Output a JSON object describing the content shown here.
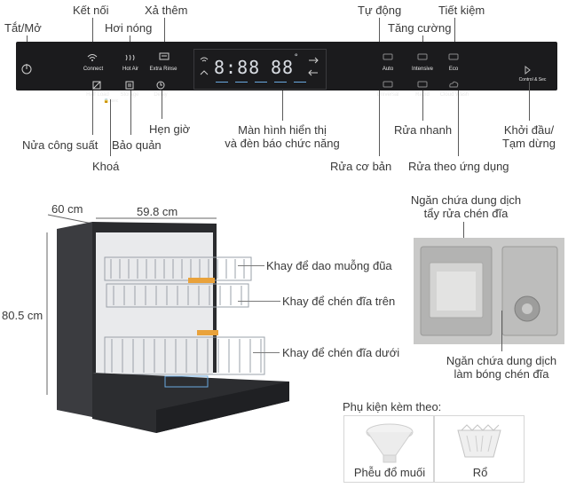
{
  "control_panel": {
    "labels_top": {
      "power": "Tắt/Mở",
      "connect": "Kết nối",
      "extra_rinse": "Xả thêm",
      "hot_air": "Hơi nóng",
      "auto": "Tự động",
      "intensive": "Tăng cường",
      "eco": "Tiết kiệm"
    },
    "labels_bottom": {
      "half_load": "Nửa công suất",
      "lock": "Khoá",
      "storage": "Bảo quản",
      "delay": "Hẹn giờ",
      "display": "Màn hình hiển thị\nvà đèn báo chức năng",
      "universal": "Rửa cơ bản",
      "rapid": "Rửa nhanh",
      "cloud_wash": "Rửa theo ứng dụng",
      "start_pause": "Khởi đầu/\nTạm dừng"
    },
    "buttons": {
      "connect": "Connect",
      "hot_air": "Hot Air",
      "extra_rinse": "Extra Rinse",
      "half_load": "Half Load",
      "storage": "Storage",
      "delay": "Delay",
      "lock_hint": "3sec",
      "auto": "Auto",
      "intensive": "Intensive",
      "eco": "Eco",
      "universal": "Universal",
      "rapid": "Rapid",
      "cloud_wash": "Cloud Wash",
      "start_pause": "Control & Sec"
    },
    "display": {
      "time": "8:88",
      "temp": "88",
      "unit": "°"
    }
  },
  "dimensions": {
    "depth": "60 cm",
    "width": "59.8 cm",
    "height": "80.5 cm"
  },
  "dishwasher_callouts": {
    "cutlery": "Khay để dao muỗng đũa",
    "upper": "Khay để chén đĩa trên",
    "lower": "Khay để chén đĩa dưới"
  },
  "detergent": {
    "title": "Ngăn chứa dung dịch\ntẩy rửa chén đĩa",
    "rinse_aid": "Ngăn chứa dung dịch\nlàm bóng chén đĩa"
  },
  "accessories": {
    "title": "Phụ kiện kèm theo:",
    "salt_funnel": "Phễu đổ muối",
    "basket": "Rổ"
  },
  "colors": {
    "panel": "#1b1b1d",
    "blue_led": "#6aa9e0",
    "accent_orange": "#e9a23b"
  }
}
